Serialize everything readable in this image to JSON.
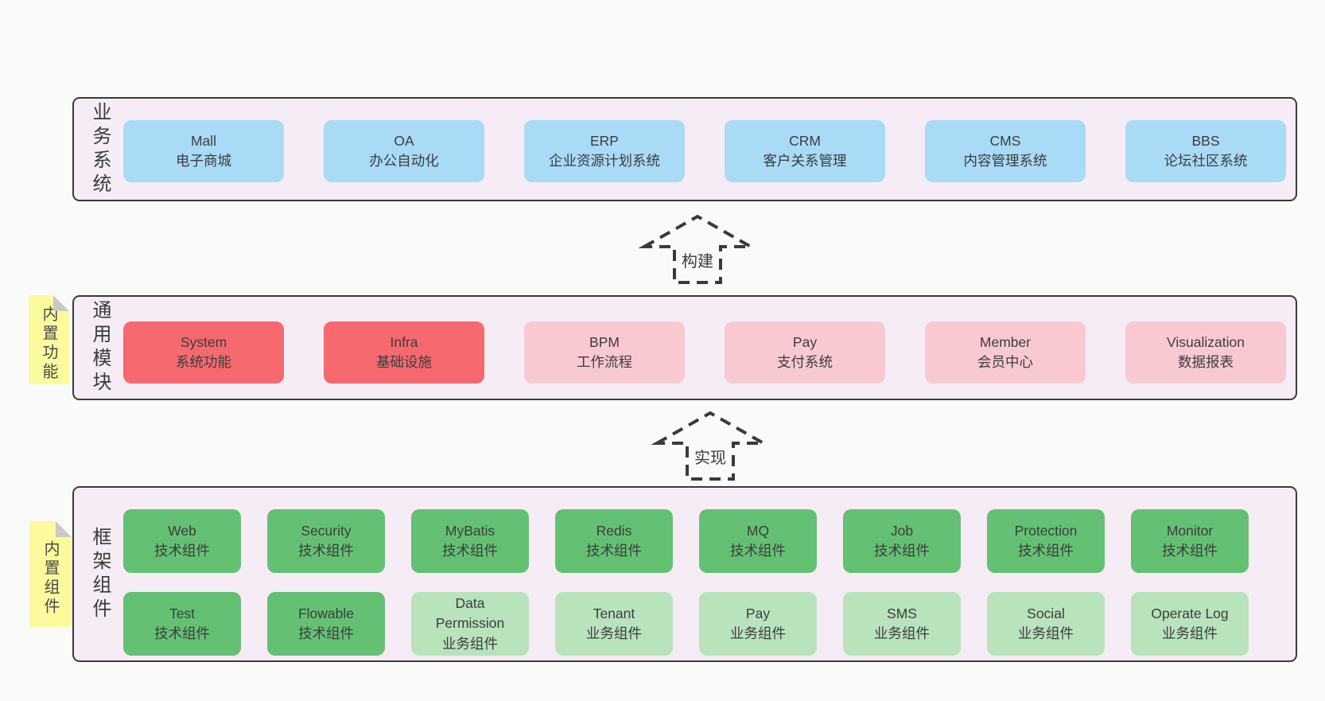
{
  "colors": {
    "page_bg": "#fafafa",
    "band_bg": "#f6ecf5",
    "band_border": "#3a3a3a",
    "blue": "#a9dbf6",
    "red": "#f5696f",
    "pink": "#f9c9d2",
    "green_dark": "#64c173",
    "green_light": "#b8e3bc",
    "sticky_yellow": "#fbfb9e",
    "fold_gray": "#c9c9c9",
    "text": "#3d3d3d"
  },
  "arrows": [
    {
      "label": "构建"
    },
    {
      "label": "实现"
    }
  ],
  "stickies": [
    {
      "label": "内置功能"
    },
    {
      "label": "内置组件"
    }
  ],
  "bands": [
    {
      "label": "业务系统",
      "boxes": [
        {
          "title": "Mall",
          "subtitle": "电子商城",
          "type": "blue"
        },
        {
          "title": "OA",
          "subtitle": "办公自动化",
          "type": "blue"
        },
        {
          "title": "ERP",
          "subtitle": "企业资源计划系统",
          "type": "blue"
        },
        {
          "title": "CRM",
          "subtitle": "客户关系管理",
          "type": "blue"
        },
        {
          "title": "CMS",
          "subtitle": "内容管理系统",
          "type": "blue"
        },
        {
          "title": "BBS",
          "subtitle": "论坛社区系统",
          "type": "blue"
        }
      ]
    },
    {
      "label": "通用模块",
      "boxes": [
        {
          "title": "System",
          "subtitle": "系统功能",
          "type": "red"
        },
        {
          "title": "Infra",
          "subtitle": "基础设施",
          "type": "red"
        },
        {
          "title": "BPM",
          "subtitle": "工作流程",
          "type": "pink"
        },
        {
          "title": "Pay",
          "subtitle": "支付系统",
          "type": "pink"
        },
        {
          "title": "Member",
          "subtitle": "会员中心",
          "type": "pink"
        },
        {
          "title": "Visualization",
          "subtitle": "数据报表",
          "type": "pink"
        }
      ]
    },
    {
      "label": "框架组件",
      "rows": [
        [
          {
            "title": "Web",
            "subtitle": "技术组件",
            "type": "green-dark"
          },
          {
            "title": "Security",
            "subtitle": "技术组件",
            "type": "green-dark"
          },
          {
            "title": "MyBatis",
            "subtitle": "技术组件",
            "type": "green-dark"
          },
          {
            "title": "Redis",
            "subtitle": "技术组件",
            "type": "green-dark"
          },
          {
            "title": "MQ",
            "subtitle": "技术组件",
            "type": "green-dark"
          },
          {
            "title": "Job",
            "subtitle": "技术组件",
            "type": "green-dark"
          },
          {
            "title": "Protection",
            "subtitle": "技术组件",
            "type": "green-dark"
          },
          {
            "title": "Monitor",
            "subtitle": "技术组件",
            "type": "green-dark"
          }
        ],
        [
          {
            "title": "Test",
            "subtitle": "技术组件",
            "type": "green-dark"
          },
          {
            "title": "Flowable",
            "subtitle": "技术组件",
            "type": "green-dark"
          },
          {
            "title": "Data Permission",
            "subtitle": "业务组件",
            "type": "green-light"
          },
          {
            "title": "Tenant",
            "subtitle": "业务组件",
            "type": "green-light"
          },
          {
            "title": "Pay",
            "subtitle": "业务组件",
            "type": "green-light"
          },
          {
            "title": "SMS",
            "subtitle": "业务组件",
            "type": "green-light"
          },
          {
            "title": "Social",
            "subtitle": "业务组件",
            "type": "green-light"
          },
          {
            "title": "Operate Log",
            "subtitle": "业务组件",
            "type": "green-light"
          }
        ]
      ]
    }
  ]
}
